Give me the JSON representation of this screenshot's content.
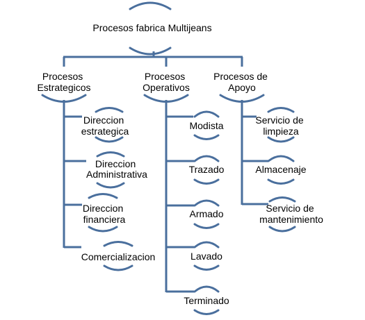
{
  "colors": {
    "connector": "#4a6f9d",
    "text": "#000000",
    "background": "#ffffff"
  },
  "root": {
    "label": "Procesos fabrica Multijeans"
  },
  "branches": [
    {
      "key": "estrategicos",
      "label_lines": [
        "Procesos",
        "Estrategicos"
      ],
      "children": [
        {
          "label_lines": [
            "Direccion",
            "estrategica"
          ]
        },
        {
          "label_lines": [
            "Direccion",
            "Administrativa"
          ]
        },
        {
          "label_lines": [
            "Direccion",
            "financiera"
          ]
        },
        {
          "label_lines": [
            "Comercializacion"
          ]
        }
      ]
    },
    {
      "key": "operativos",
      "label_lines": [
        "Procesos",
        "Operativos"
      ],
      "children": [
        {
          "label_lines": [
            "Modista"
          ]
        },
        {
          "label_lines": [
            "Trazado"
          ]
        },
        {
          "label_lines": [
            "Armado"
          ]
        },
        {
          "label_lines": [
            "Lavado"
          ]
        },
        {
          "label_lines": [
            "Terminado"
          ]
        }
      ]
    },
    {
      "key": "apoyo",
      "label_lines": [
        "Procesos de",
        "Apoyo"
      ],
      "children": [
        {
          "label_lines": [
            "Servicio de",
            "limpieza"
          ]
        },
        {
          "label_lines": [
            "Almacenaje"
          ]
        },
        {
          "label_lines": [
            "Servicio de",
            "mantenimiento"
          ]
        }
      ]
    }
  ]
}
